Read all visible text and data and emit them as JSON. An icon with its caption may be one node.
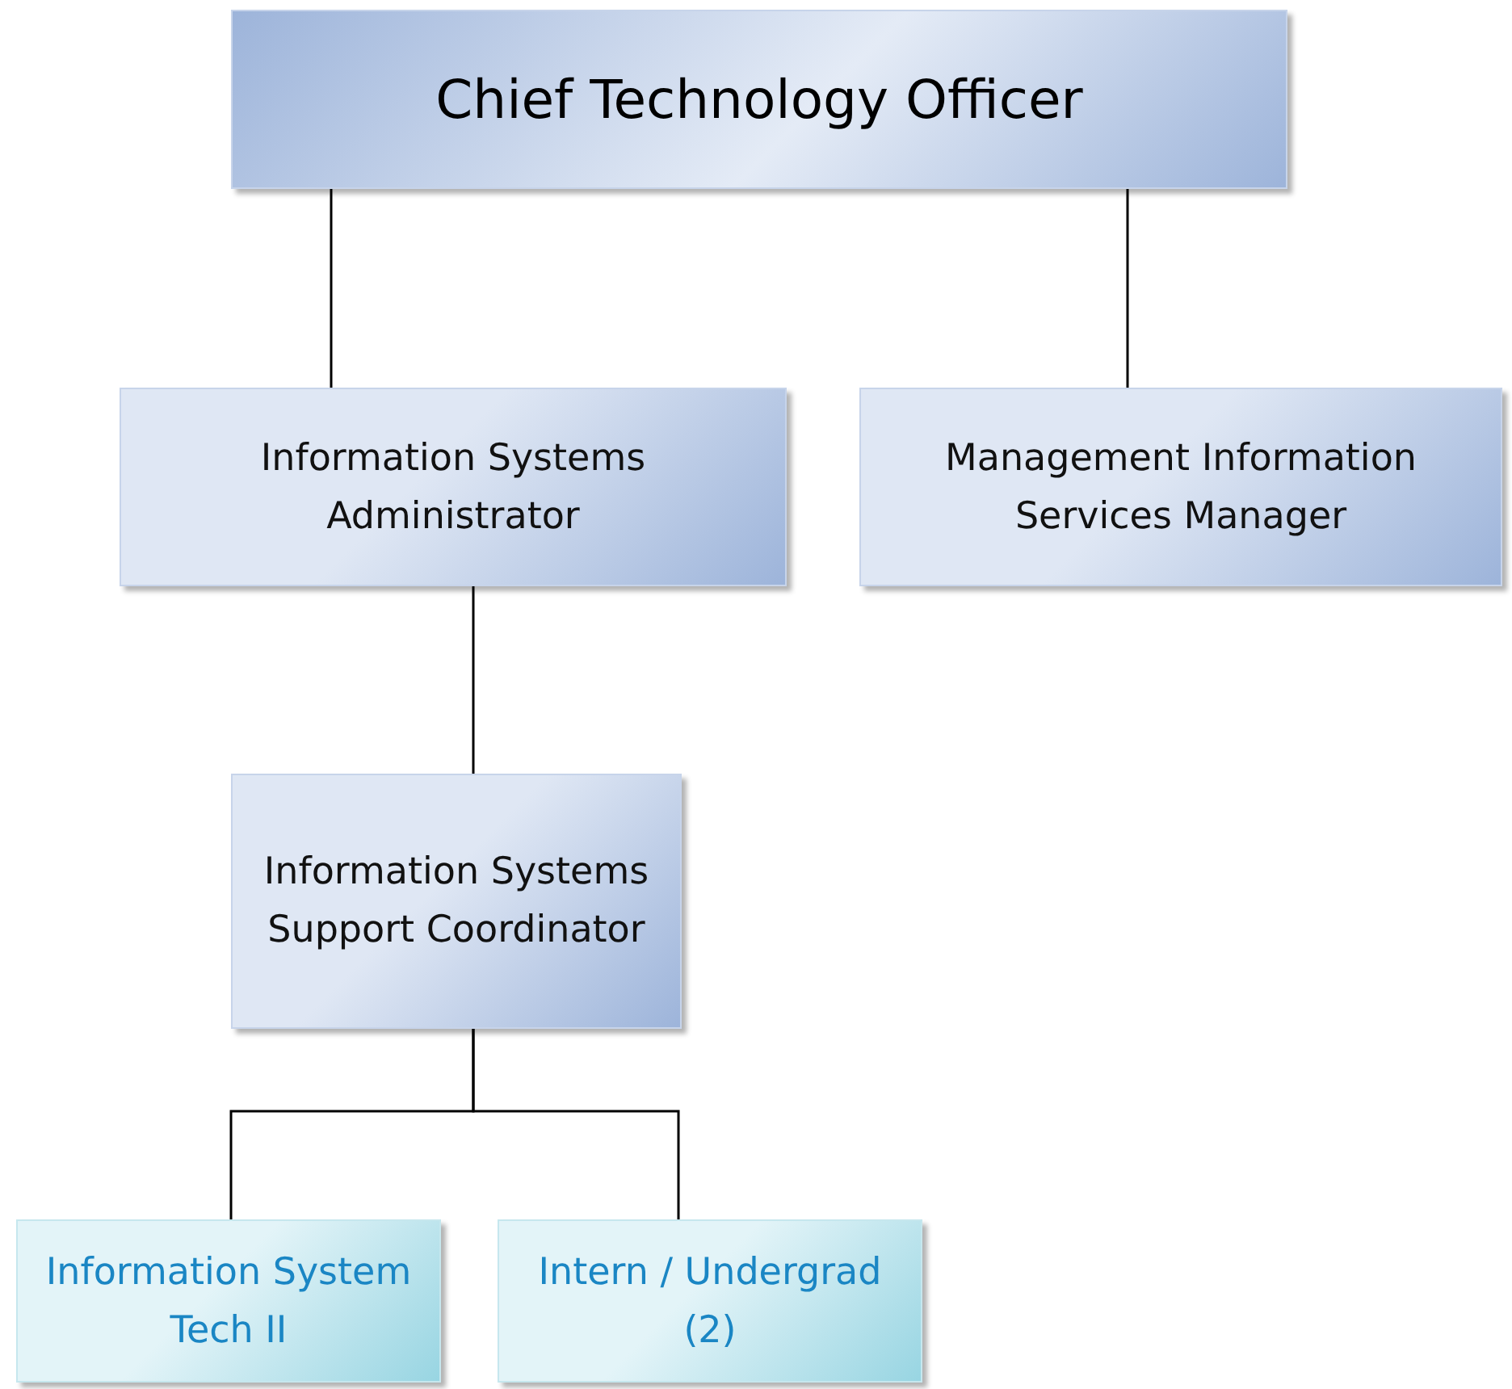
{
  "diagram": {
    "nodes": [
      {
        "text": [
          "Chief Technology Officer"
        ]
      },
      {
        "text": [
          "Information Systems Administrator"
        ]
      },
      {
        "text": [
          "Management Information Services Manager"
        ]
      },
      {
        "text": [
          "Information Systems Support Coordinator"
        ]
      },
      {
        "text": [
          "Information System Tech II"
        ]
      },
      {
        "text": [
          "Intern / Undergrad (2)"
        ]
      }
    ],
    "edges": [
      {
        "from": 0,
        "to": 1,
        "arrow": "none"
      },
      {
        "from": 0,
        "to": 2,
        "arrow": "none"
      },
      {
        "from": 1,
        "to": 3,
        "arrow": "none"
      },
      {
        "from": 3,
        "to": 4,
        "arrow": "none"
      },
      {
        "from": 3,
        "to": 5,
        "arrow": "none"
      }
    ]
  }
}
